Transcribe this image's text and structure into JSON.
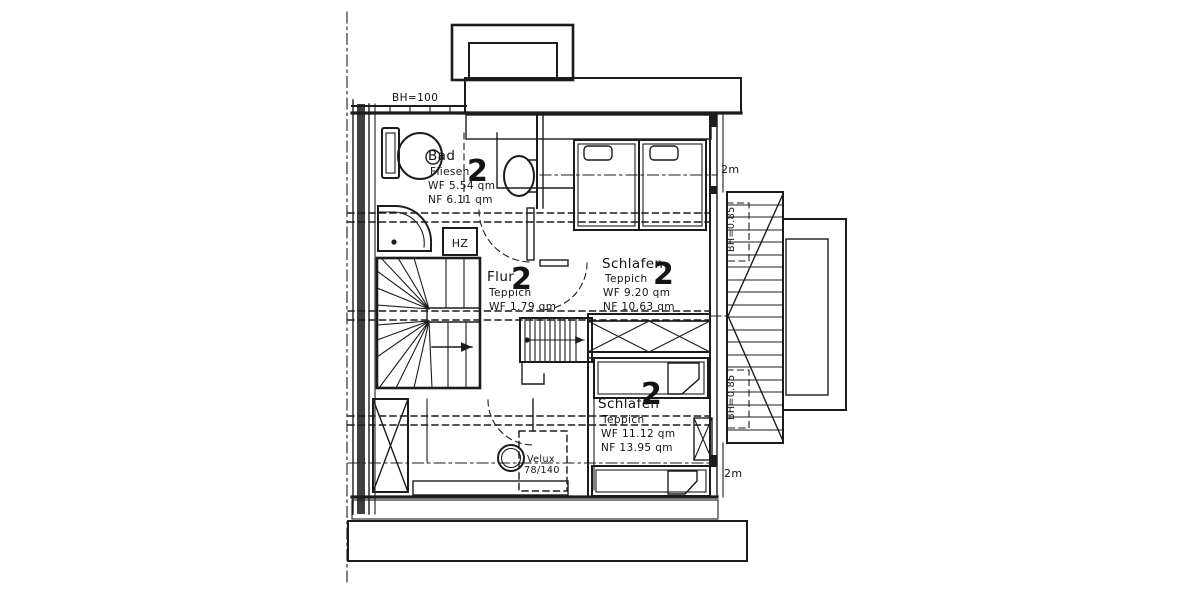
{
  "colors": {
    "ink": "#1c1c1c",
    "paper": "#ffffff"
  },
  "rooms": {
    "bad": {
      "name": "Bad",
      "number": "2",
      "floor": "Fliesen",
      "wf": "WF 5.54 qm",
      "nf": "NF 6.11 qm"
    },
    "flur": {
      "name": "Flur",
      "number": "2",
      "floor": "Teppich",
      "wf": "WF 1.79 qm"
    },
    "schlafen_oben": {
      "name": "Schlafen",
      "number": "2",
      "floor": "Teppich",
      "wf": "WF 9.20 qm",
      "nf": "NF 10.63 qm"
    },
    "schlafen_unten": {
      "name": "Schlafen",
      "number": "2",
      "floor": "Teppich",
      "wf": "WF 11.12 qm",
      "nf": "NF 13.95 qm"
    }
  },
  "annotations": {
    "knee_wall_top": "BH=100",
    "knee_wall_right_upper": "BH=0.85",
    "knee_wall_right_lower": "BH=0.85",
    "height_line_upper": "2m",
    "height_line_lower": "2m",
    "roof_window_brand": "Velux",
    "roof_window_size": "78/140",
    "heating_unit": "HZ"
  }
}
